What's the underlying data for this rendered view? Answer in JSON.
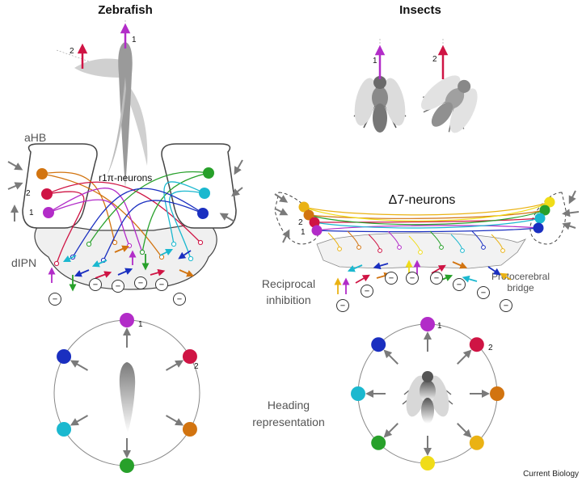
{
  "titles": {
    "left": "Zebrafish",
    "right": "Insects"
  },
  "labels": {
    "ahb": "aHB",
    "r1pi": "r1π-neurons",
    "dipn": "dIPN",
    "delta7": "Δ7-neurons",
    "protocerebral_line1": "Protocerebral",
    "protocerebral_line2": "bridge",
    "reciprocal_line1": "Reciprocal",
    "reciprocal_line2": "inhibition",
    "heading_line1": "Heading",
    "heading_line2": "representation",
    "credit": "Current Biology"
  },
  "markers": {
    "one": "1",
    "two": "2",
    "minus": "−"
  },
  "colors": {
    "magenta": "#b22cc8",
    "red": "#cf1444",
    "orange": "#d27410",
    "green": "#27a02a",
    "cyan": "#1bb8cf",
    "blue": "#1a2fc0",
    "yellow": "#f0dc18",
    "gold": "#eab214",
    "grey_arrow": "#7a7a7a",
    "body_grey": "#9a9a9a"
  },
  "icons": [
    "fish-silhouette",
    "fly-silhouette",
    "heading-arrow",
    "inhibition-node"
  ]
}
